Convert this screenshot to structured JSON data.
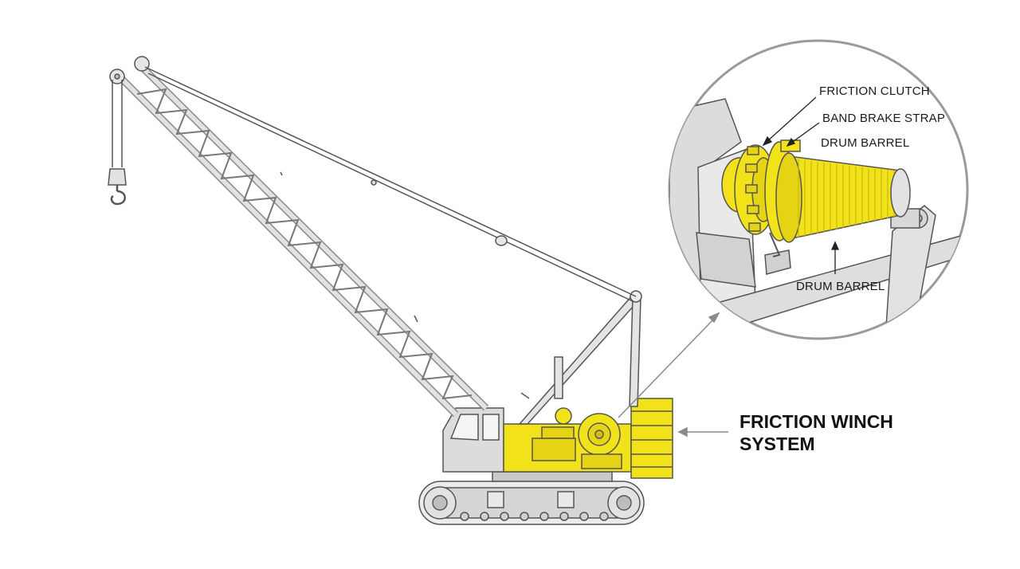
{
  "diagram": {
    "main_label": {
      "line1": "FRICTION WINCH",
      "line2": "SYSTEM"
    },
    "detail_labels": {
      "friction_clutch": "FRICTION CLUTCH",
      "band_brake_strap": "BAND BRAKE STRAP",
      "drum_barrel_top": "DRUM BARREL",
      "drum_barrel_bottom": "DRUM BARREL"
    }
  },
  "colors": {
    "highlight": "#f2e21a",
    "structure": "#d9d9d9",
    "outline": "#555555",
    "background": "#ffffff"
  }
}
